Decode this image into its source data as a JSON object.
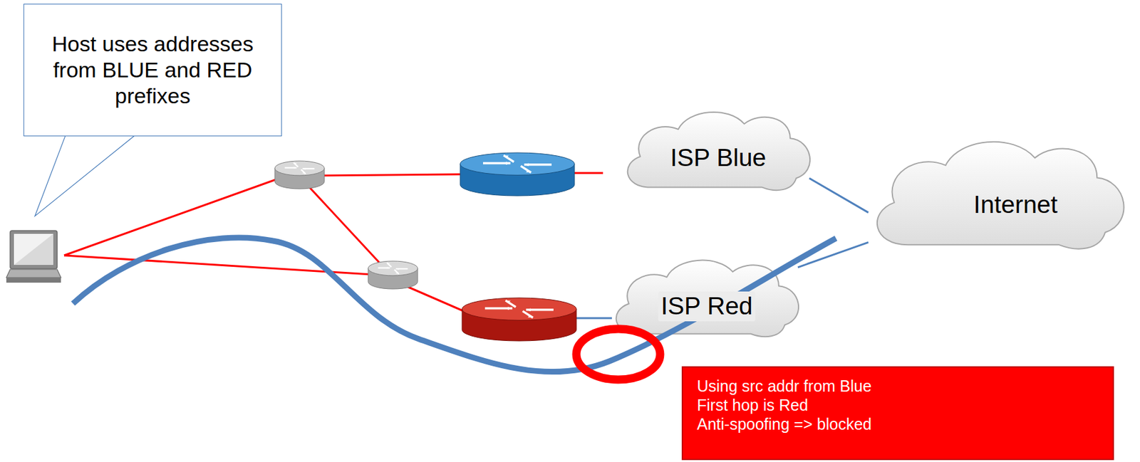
{
  "diagram": {
    "nodes": [
      {
        "text": [
          "Host uses addresses from BLUE and RED prefixes"
        ]
      },
      {
        "text": [
          "ISP Blue"
        ]
      },
      {
        "text": [
          "ISP Red"
        ]
      },
      {
        "text": [
          "Internet"
        ]
      },
      {
        "text": [
          "Using src addr from Blue",
          "First hop is Red",
          "Anti-spoofing => blocked"
        ]
      }
    ],
    "edges": [
      {
        "from": 1,
        "to": 3,
        "arrow": "none"
      },
      {
        "from": 2,
        "to": 3,
        "arrow": "none"
      }
    ]
  }
}
